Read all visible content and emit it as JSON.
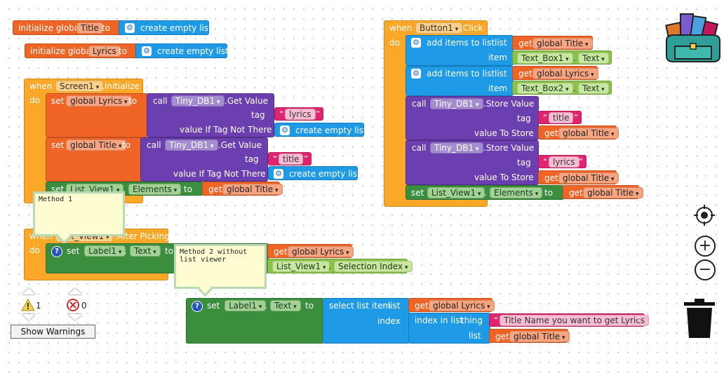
{
  "globals": {
    "init_label": "initialize global",
    "to": "to",
    "title_var": "Title",
    "lyrics_var": "Lyrics",
    "create_empty_list": "create empty list"
  },
  "screen_init": {
    "when": "when",
    "component": "Screen1",
    "event": ".Initialize",
    "do": "do",
    "set": "set",
    "global_lyrics": "global Lyrics",
    "global_title": "global Title",
    "to": "to",
    "call": "call",
    "db": "Tiny_DB1",
    "get_value": ".Get Value",
    "tag": "tag",
    "value_if": "value If Tag Not There",
    "lyrics_str": "lyrics",
    "title_str": "title",
    "create_empty_list": "create empty list",
    "listview": "List_View1",
    "elements": "Elements",
    "dot": ".",
    "get": "get"
  },
  "button_click": {
    "when": "when",
    "component": "Button1",
    "event": ".Click",
    "do": "do",
    "add_items": "add items to list",
    "list": "list",
    "item": "item",
    "get": "get",
    "global_title": "global Title",
    "global_lyrics": "global Lyrics",
    "textbox1": "Text_Box1",
    "textbox2": "Text_Box2",
    "text": "Text",
    "dot": ".",
    "call": "call",
    "db": "Tiny_DB1",
    "store_value": ".Store Value",
    "tag": "tag",
    "value_to_store": "value To Store",
    "title_str": "title",
    "lyrics_str": "lyrics",
    "set": "set",
    "listview": "List_View1",
    "elements": "Elements",
    "to": "to"
  },
  "after_picking": {
    "when": "when",
    "component": "List_View1",
    "event": ".After Picking",
    "do": "do",
    "set": "set",
    "label": "Label1",
    "text": "Text",
    "to": "to",
    "dot": ".",
    "get": "get",
    "global_lyrics": "global Lyrics",
    "listview": "List_View1",
    "selection_index": "Selection Index"
  },
  "method2": {
    "set": "set",
    "label": "Label1",
    "text": "Text",
    "to": "to",
    "dot": ".",
    "select_item": "select list item",
    "list": "list",
    "index": "index",
    "get": "get",
    "global_lyrics": "global Lyrics",
    "global_title": "global Title",
    "index_in_list": "index in list",
    "thing": "thing",
    "title_name_str": "Title Name you want to get Lyrics"
  },
  "comments": {
    "method1": "Method 1",
    "method2": "Method 2 without\nlist viewer"
  },
  "warnings": {
    "warning_count": "1",
    "error_count": "0",
    "show_warnings": "Show Warnings"
  },
  "colors": {
    "variable": "#f06426",
    "event": "#fba828",
    "component_call": "#6b3fb0",
    "component_set": "#3a8e3e",
    "list": "#1e9ae6",
    "text": "#e12470",
    "getter": "#8bc34a"
  }
}
